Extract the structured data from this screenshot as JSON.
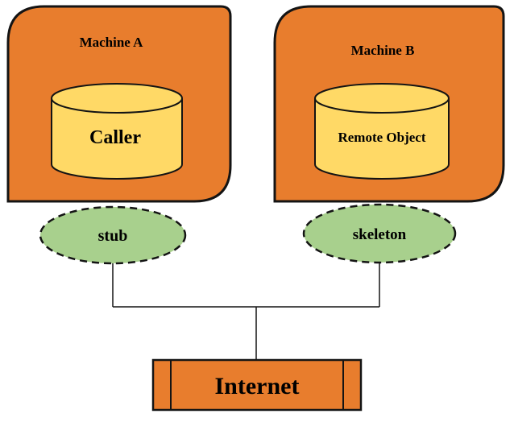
{
  "diagram": {
    "machine_a": {
      "title": "Machine A",
      "cylinder_label": "Caller"
    },
    "machine_b": {
      "title": "Machine B",
      "cylinder_label": "Remote Object"
    },
    "connectors": {
      "stub_label": "stub",
      "skeleton_label": "skeleton"
    },
    "internet": {
      "label": "Internet"
    }
  },
  "colors": {
    "machine_box_fill": "#E87D2D",
    "internet_box_fill": "#E87D2D",
    "cylinder_fill": "#FFD966",
    "connector_ellipse_fill": "#A8D08D",
    "outline": "#141414",
    "background": "#FFFFFF"
  }
}
